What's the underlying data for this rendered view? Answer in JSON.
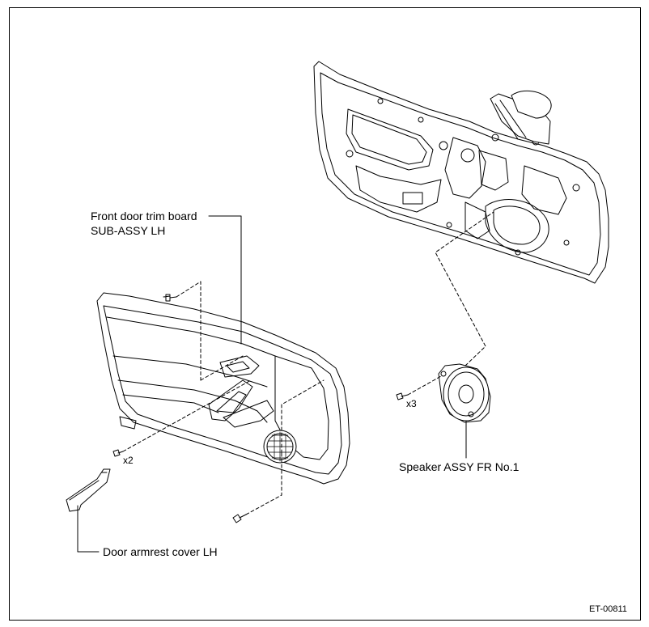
{
  "labels": {
    "trim_board_line1": "Front door trim board",
    "trim_board_line2": "SUB-ASSY LH",
    "armrest_cover": "Door armrest cover LH",
    "speaker": "Speaker ASSY FR No.1",
    "qty_x2": "x2",
    "qty_x3": "x3",
    "figure_code": "ET-00811"
  },
  "colors": {
    "line": "#000000",
    "background": "#ffffff"
  }
}
